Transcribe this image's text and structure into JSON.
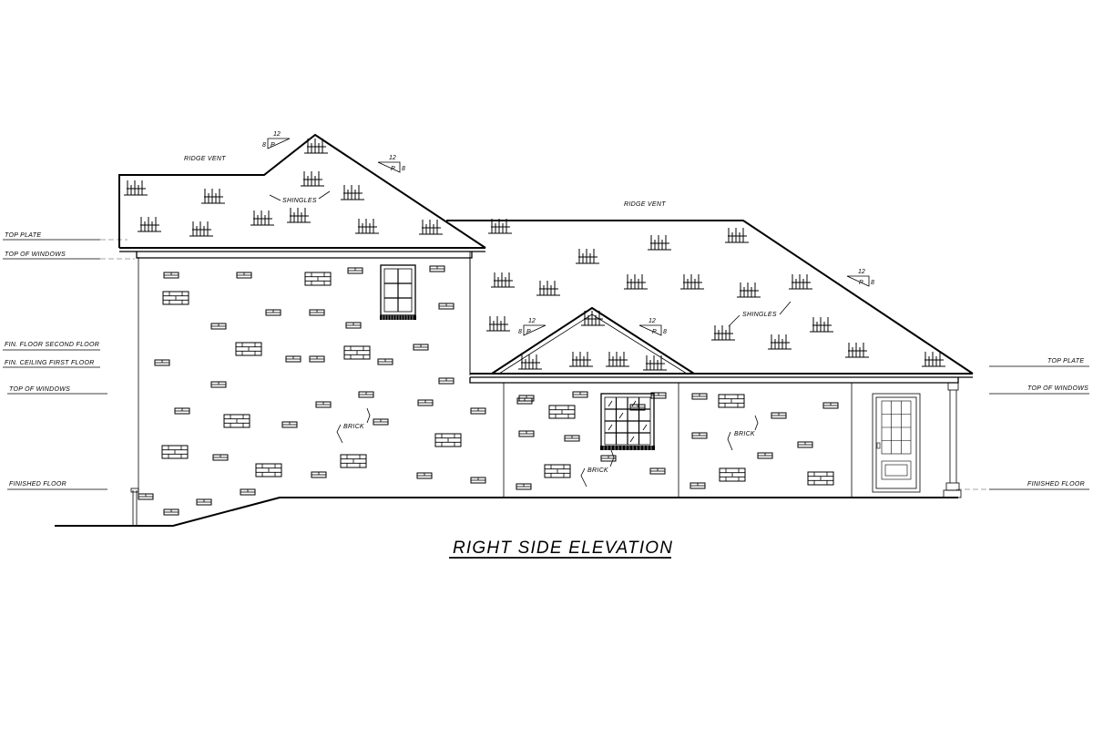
{
  "drawing": {
    "title": "RIGHT SIDE ELEVATION"
  },
  "level_labels": {
    "left": {
      "top_plate": "TOP PLATE",
      "top_of_windows": "TOP OF WINDOWS",
      "fin_floor_second": "FIN. FLOOR SECOND FLOOR",
      "fin_ceiling_first": "FIN. CEILING FIRST FLOOR",
      "top_of_windows_lower": "TOP OF WINDOWS",
      "finished_floor": "FINISHED FLOOR"
    },
    "right": {
      "top_plate": "TOP PLATE",
      "top_of_windows": "TOP OF WINDOWS",
      "finished_floor": "FINISHED FLOOR"
    }
  },
  "notes": {
    "ridge_vent_upper": "RIDGE VENT",
    "ridge_vent_lower": "RIDGE VENT",
    "shingles_upper": "SHINGLES",
    "shingles_lower": "SHINGLES",
    "brick_left": "BRICK",
    "brick_center": "BRICK",
    "brick_right": "BRICK"
  },
  "pitch_symbols": {
    "run": "12",
    "rise": "8",
    "mark": "P"
  }
}
